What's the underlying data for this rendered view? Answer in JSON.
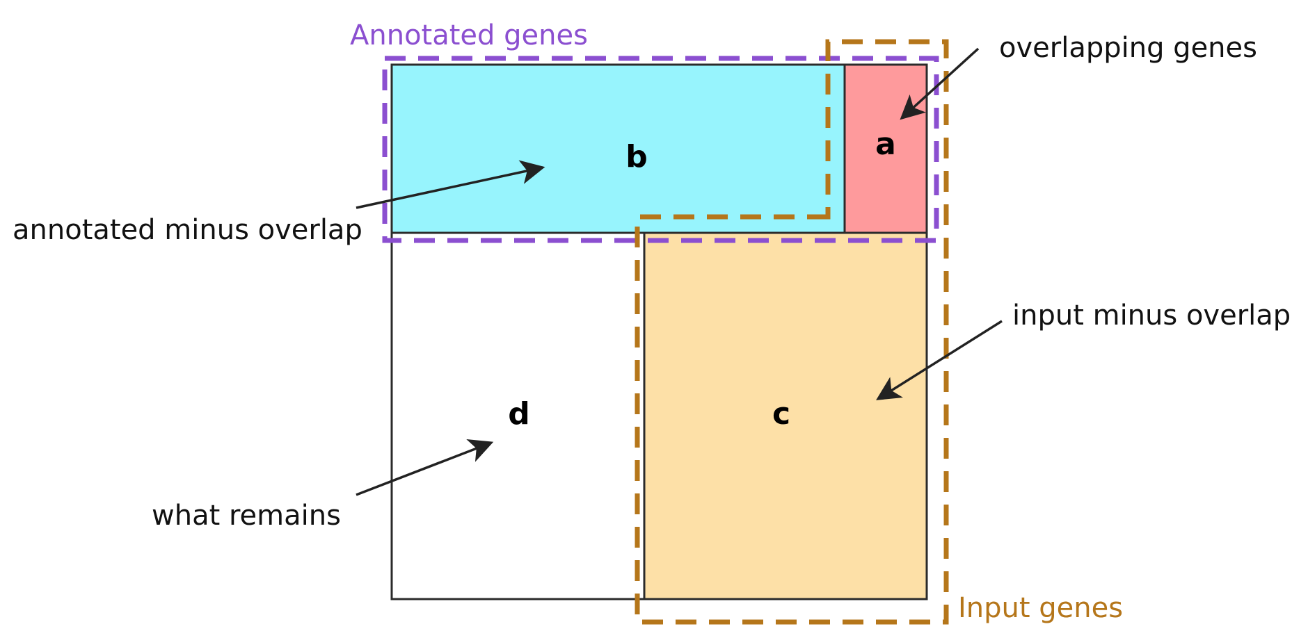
{
  "sets": {
    "annotated": {
      "label": "Annotated genes",
      "color": "#8b4fd0"
    },
    "input": {
      "label": "Input genes",
      "color": "#b5761a"
    }
  },
  "cells": {
    "a": {
      "label": "a",
      "fill": "#fe9a9c"
    },
    "b": {
      "label": "b",
      "fill": "#97f4fd"
    },
    "c": {
      "label": "c",
      "fill": "#fde0a7"
    },
    "d": {
      "label": "d",
      "fill": "#ffffff"
    }
  },
  "callouts": {
    "overlapping": "overlapping genes",
    "annotated_minus": "annotated minus overlap",
    "input_minus": "input minus overlap",
    "remains": "what remains"
  }
}
